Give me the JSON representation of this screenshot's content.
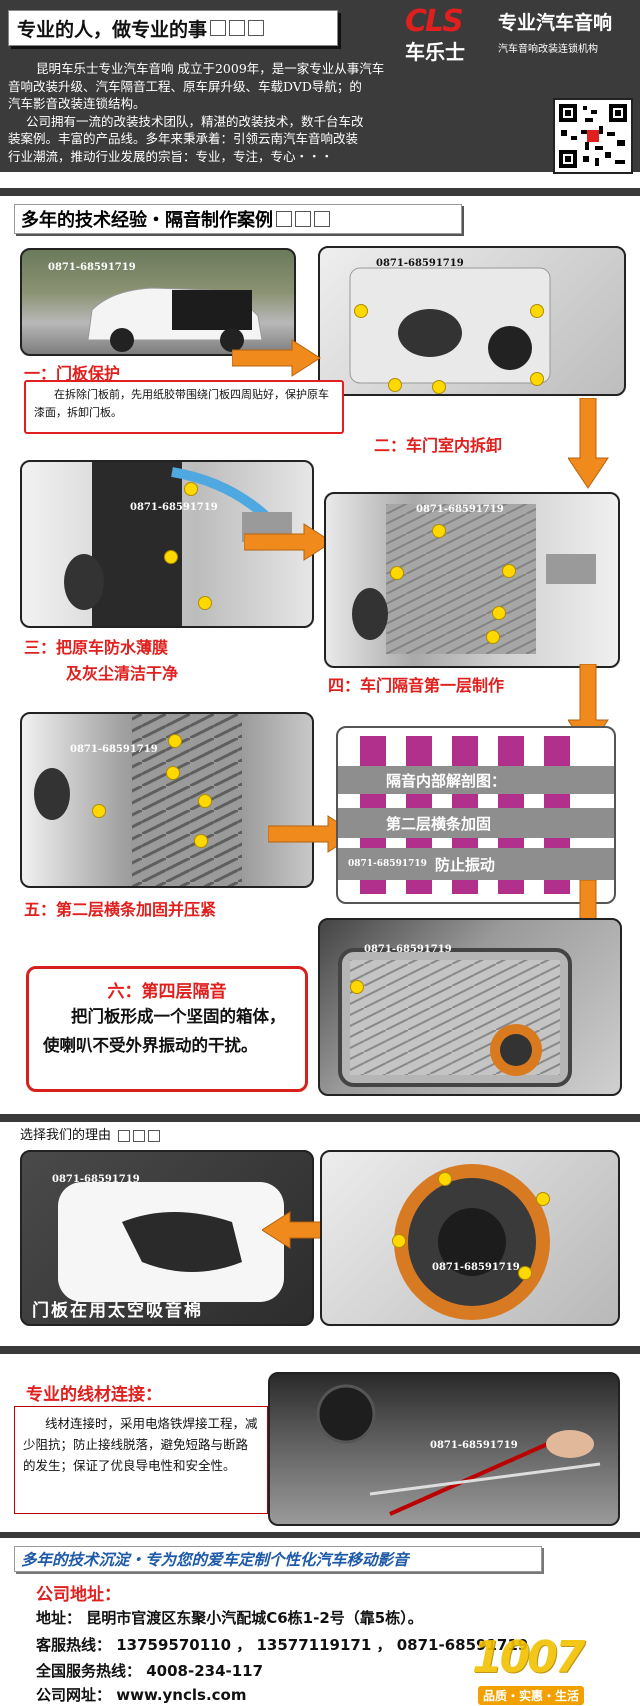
{
  "header": {
    "slogan": "专业的人，做专业的事",
    "logo_text": "CLS",
    "brand_cn": "车乐士",
    "brand_title": "专业汽车音响",
    "brand_sub": "汽车音响改装连锁机构",
    "intro_lines": [
      "昆明车乐士专业汽车音响 成立于2009年，是一家专业从事汽车",
      "音响改装升级、汽车隔音工程、原车屏升级、车载DVD导航；的",
      "汽车影音改装连锁结构。",
      "公司拥有一流的改装技术团队，精湛的改装技术，数千台车改",
      "装案例。丰富的产品线。多年来秉承着：引领云南汽车音响改装",
      "行业潮流，推动行业发展的宗旨：专业，专注，专心・・・"
    ]
  },
  "section1": {
    "title": "多年的技术经验・隔音制作案例"
  },
  "phone": "0871-68591719",
  "steps": {
    "s1_title": "一：门板保护",
    "s1_desc": "在拆除门板前，先用纸胶带围绕门板四周贴好，保护原车漆面，拆卸门板。",
    "s2_title": "二：车门室内拆卸",
    "s3_title_1": "三：把原车防水薄膜",
    "s3_title_2": "及灰尘清洁干净",
    "s4_title": "四：车门隔音第一层制作",
    "s5_title": "五：第二层横条加固并压紧",
    "s6_title": "六：第四层隔音",
    "s6_desc": "把门板形成一个坚固的箱体，使喇叭不受外界振动的干扰。"
  },
  "diagram": {
    "title": "隔音内部解剖图：",
    "row1": "第二层横条加固",
    "row2": "防止振动"
  },
  "section2": {
    "title": "选择我们的理由",
    "caption": "门板在用太空吸音棉"
  },
  "section3": {
    "title": "专业的线材连接：",
    "desc": "线材连接时，采用电烙铁焊接工程，减少阻抗；防止接线脱落，避免短路与断路的发生；保证了优良导电性和安全性。"
  },
  "footer": {
    "banner": "多年的技术沉淀・专为您的爱车定制个性化汽车移动影音",
    "addr_title": "公司地址：",
    "addr": "地址：  昆明市官渡区东聚小汽配城C6栋1-2号（靠5栋）。",
    "hotline": "客服热线：  13759570110 ，  13577119171 ，  0871-68591719",
    "national": "全国服务热线：  4008-234-117",
    "web": "公司网址：  www.yncls.com",
    "wm_num": "1007",
    "wm_sub": "品质・实惠・生活"
  },
  "colors": {
    "accent_red": "#e0201e",
    "arrow_orange": "#f08a1d",
    "dot_yellow": "#ffd800",
    "diagram_purple": "#b0308c",
    "banner_blue": "#1e5aa8"
  }
}
